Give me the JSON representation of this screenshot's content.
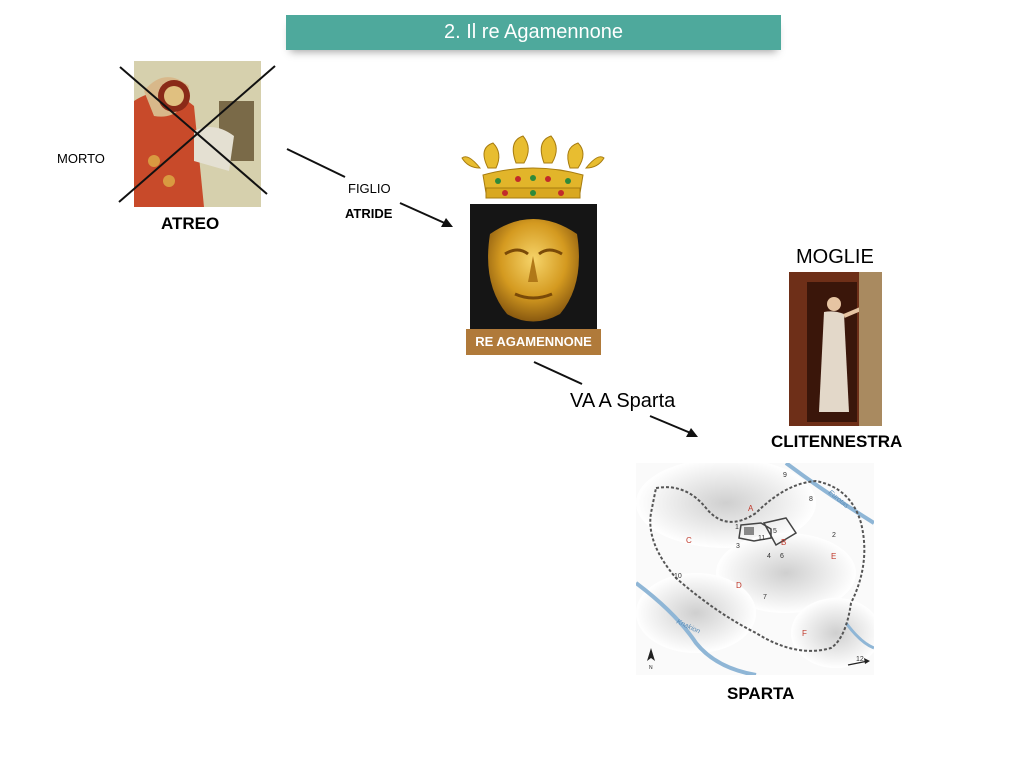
{
  "header": {
    "title": "2. Il re Agamennone"
  },
  "atreo": {
    "status": "MORTO",
    "name": "ATREO"
  },
  "relation": {
    "figlio": "FIGLIO",
    "atride": "ATRIDE"
  },
  "agamennone": {
    "plaque": "RE AGAMENNONE"
  },
  "moglie": {
    "label": "MOGLIE",
    "name": "CLITENNESTRA"
  },
  "travel": {
    "label": "VA A Sparta"
  },
  "sparta": {
    "name": "SPARTA",
    "map_labels": {
      "letters": [
        "A",
        "B",
        "C",
        "D",
        "E",
        "F"
      ],
      "numbers": [
        "1",
        "2",
        "3",
        "4",
        "5",
        "6",
        "7",
        "8",
        "9",
        "10",
        "11",
        "12"
      ],
      "rivers": [
        "Eurotas",
        "Knakion"
      ],
      "north": "N"
    }
  }
}
